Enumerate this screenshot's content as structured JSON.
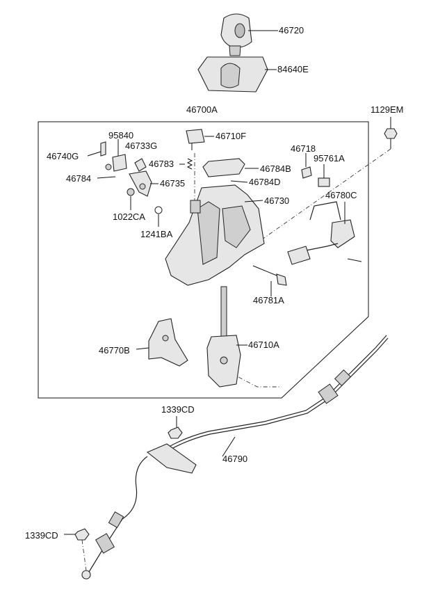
{
  "labels": {
    "p46720": "46720",
    "p84640E": "84640E",
    "p46700A": "46700A",
    "p1129EM": "1129EM",
    "p95840": "95840",
    "p46710F": "46710F",
    "p46740G": "46740G",
    "p46733G": "46733G",
    "p46718": "46718",
    "p46783": "46783",
    "p46784B": "46784B",
    "p95761A": "95761A",
    "p46784": "46784",
    "p46735": "46735",
    "p46784D": "46784D",
    "p46730": "46730",
    "p46780C": "46780C",
    "p1022CA": "1022CA",
    "p1241BA": "1241BA",
    "p46781A": "46781A",
    "p46770B": "46770B",
    "p46710A": "46710A",
    "p1339CD_top": "1339CD",
    "p46790": "46790",
    "p1339CD_bottom": "1339CD"
  }
}
